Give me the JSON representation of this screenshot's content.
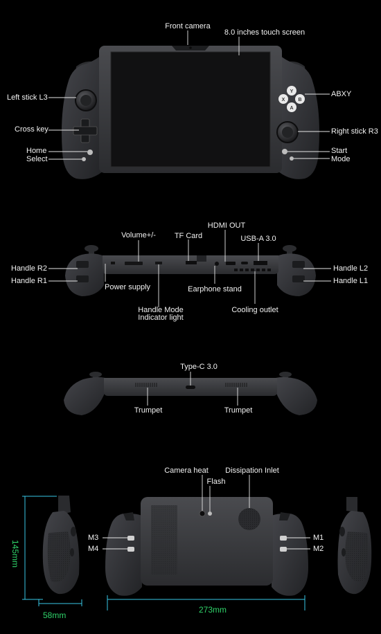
{
  "front_view": {
    "labels": {
      "front_camera": "Front camera",
      "touch_screen": "8.0 inches touch screen",
      "left_stick": "Left stick L3",
      "abxy": "ABXY",
      "cross_key": "Cross key",
      "right_stick": "Right stick R3",
      "home": "Home",
      "select": "Select",
      "start": "Start",
      "mode": "Mode"
    },
    "buttons": {
      "y": "Y",
      "x": "X",
      "b": "B",
      "a": "A"
    }
  },
  "top_view": {
    "labels": {
      "volume": "Volume+/-",
      "tf_card": "TF Card",
      "hdmi_out": "HDMI OUT",
      "usb_a": "USB-A 3.0",
      "handle_r2": "Handle R2",
      "handle_r1": "Handle R1",
      "handle_l2": "Handle L2",
      "handle_l1": "Handle L1",
      "power_supply": "Power supply",
      "earphone_stand": "Earphone stand",
      "handle_mode_1": "Handle Mode",
      "handle_mode_2": "Indicator light",
      "cooling_outlet": "Cooling outlet"
    }
  },
  "bottom_view": {
    "labels": {
      "type_c": "Type-C 3.0",
      "trumpet_left": "Trumpet",
      "trumpet_right": "Trumpet"
    }
  },
  "back_view": {
    "labels": {
      "camera_heat": "Camera heat",
      "dissipation_inlet": "Dissipation Inlet",
      "flash": "Flash",
      "m3": "M3",
      "m4": "M4",
      "m1": "M1",
      "m2": "M2"
    },
    "dimensions": {
      "height": "145mm",
      "depth": "58mm",
      "width": "273mm"
    }
  },
  "colors": {
    "body": "#3a3b3e",
    "body_dark": "#26272a",
    "screen": "#141414",
    "leader": "#e6e6e6",
    "dim_green": "#2fd36a",
    "dim_cyan": "#38c9e8"
  }
}
